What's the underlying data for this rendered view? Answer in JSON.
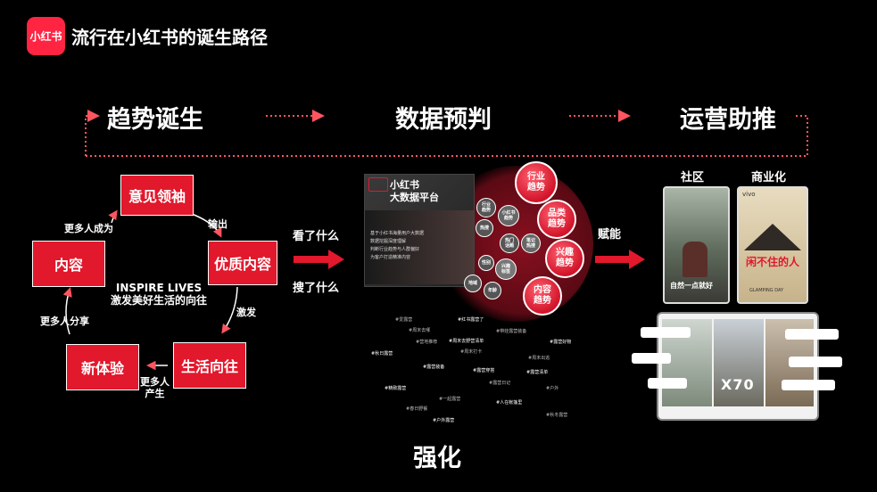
{
  "header": {
    "logo_text": "小红书",
    "title": "流行在小红书的诞生路径"
  },
  "stages": {
    "birth": "趋势诞生",
    "predict": "数据预判",
    "ops": "运营助推"
  },
  "cycle": {
    "kol": "意见领袖",
    "quality": "优质内容",
    "life": "生活向往",
    "experience": "新体验",
    "content": "内容",
    "output": "输出",
    "inspire": "激发",
    "more_produce": "更多人\n产生",
    "more_share": "更多人分享",
    "more_become": "更多人成为",
    "center_en": "INSPIRE LIVES",
    "center_cn": "激发美好生活的向往"
  },
  "arrow1": {
    "top": "看了什么",
    "bottom": "搜了什么"
  },
  "platform": {
    "brand": "小红书",
    "sub": "大数据平台",
    "lines": [
      "基于小红书海量用户大数据",
      "数据挖掘深度理解",
      "判断行业趋势与人群偏好",
      "为客户打造精准内容"
    ]
  },
  "bubbles_big": [
    "行业\n趋势",
    "品类\n趋势",
    "兴趣\n趋势",
    "内容\n趋势"
  ],
  "bubbles_small": [
    "行业\n趋势",
    "小红书\n趋势",
    "热门\n话题",
    "笔记\n热搜",
    "热搜",
    "热门\n话题",
    "兴趣\n标签",
    "地域",
    "年龄",
    "性别"
  ],
  "word_cloud": [
    "#爱露营",
    "#红书露营了",
    "#周末去哪",
    "#带娃露营装备",
    "#周末去野营清单",
    "#露营好物",
    "#秋日露营",
    "#周末打卡",
    "#露营装备",
    "#露营穿搭",
    "#露营清单",
    "#精致露营",
    "#一起露营",
    "#人在帐篷里",
    "#秋冬露营",
    "#户外露营",
    "#露营日记",
    "#春日野餐",
    "#周末出逃",
    "#户外",
    "#营地推荐"
  ],
  "arrow2": "赋能",
  "ops_labels": {
    "community": "社区",
    "commercial": "商业化"
  },
  "phone_texts": {
    "left_caption": "自然一点就好",
    "brand_right": "vivo",
    "right_caption": "闲不住的人",
    "right_sub": "GLAMPING DAY",
    "model": "X70"
  },
  "footer": "强化",
  "colors": {
    "accent": "#e2182c",
    "brand": "#ff2442"
  }
}
